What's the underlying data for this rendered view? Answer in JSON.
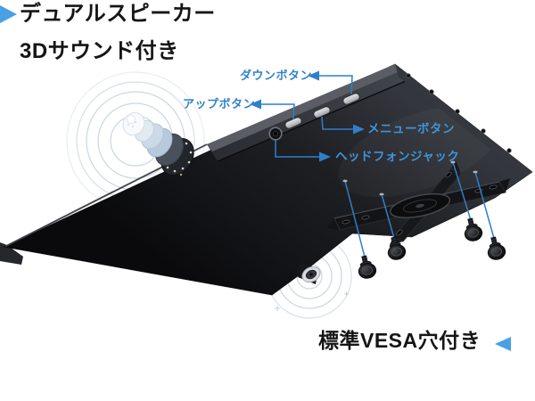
{
  "image_type": "product feature callout image",
  "background": "#ffffff",
  "colors": {
    "heading_black": "#151515",
    "label_blue_on_white": "#3182c8",
    "label_blue_on_dark": "#4093da",
    "connector_blue": "#2f7fc9",
    "pointer_triangle_blue": "#4aa0e4",
    "panel_dark": "#1b1c1f"
  },
  "callouts": {
    "dual_speaker": {
      "line1": "デュアルスピーカー",
      "line2": "3Dサウンド付き"
    },
    "down_button": {
      "label": "ダウンボタン"
    },
    "up_button": {
      "label": "アップボタン"
    },
    "menu_button": {
      "label": "メニューボタン"
    },
    "headphone_jack": {
      "label": "ヘッドフォンジャック"
    },
    "vesa": {
      "label": "標準VESA穴付き"
    }
  },
  "icons": {
    "dual_speaker_pointer": "right-triangle",
    "vesa_pointer": "left-triangle",
    "down_button_pointer": "left-arrowhead",
    "up_button_pointer": "left-arrowhead",
    "menu_button_pointer": "right-arrowhead",
    "headphone_jack_pointer": "right-arrowhead"
  },
  "device": {
    "view": "portable monitor underside",
    "side_buttons_count": 3,
    "headphone_jack_count": 1,
    "speakers_count": 2,
    "vesa_screws_count": 4,
    "edge_screw_holes_count": 5
  }
}
